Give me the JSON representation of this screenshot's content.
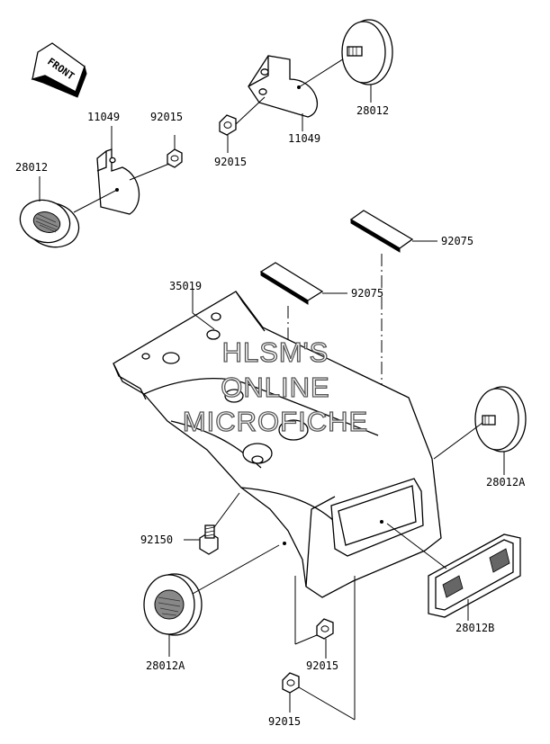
{
  "front_label": "FRONT",
  "watermark": {
    "line1": "HLSM'S",
    "line2": "ONLINE",
    "line3": "MICROFICHE"
  },
  "labels": {
    "bracket_left": "11049",
    "nut_left": "92015",
    "reflector_left": "28012",
    "nut_top": "92015",
    "bracket_top": "11049",
    "reflector_top": "28012",
    "pad_top": "92075",
    "pad_mid": "92075",
    "fender": "35019",
    "reflector_right": "28012A",
    "bolt": "92150",
    "reflector_bottom_left": "28012A",
    "reflector_rear": "28012B",
    "nut_bottom1": "92015",
    "nut_bottom2": "92015"
  }
}
